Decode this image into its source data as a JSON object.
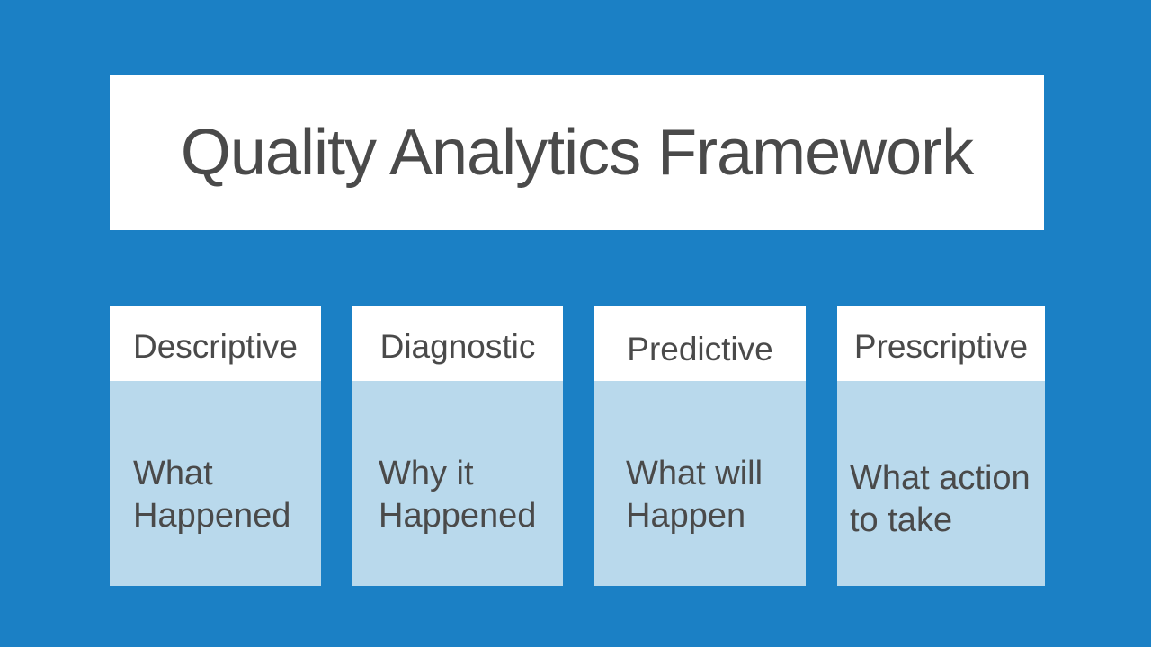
{
  "slide": {
    "title": "Quality Analytics Framework",
    "colors": {
      "background": "#1b80c5",
      "card_body": "#b9d9ec",
      "panel_white": "#ffffff",
      "text": "#4a4a4a"
    },
    "cards": [
      {
        "header": "Descriptive",
        "body": "What\nHappened"
      },
      {
        "header": "Diagnostic",
        "body": "Why it\nHappened"
      },
      {
        "header": "Predictive",
        "body": "What will\nHappen"
      },
      {
        "header": "Prescriptive",
        "body": "What action\nto take"
      }
    ]
  }
}
